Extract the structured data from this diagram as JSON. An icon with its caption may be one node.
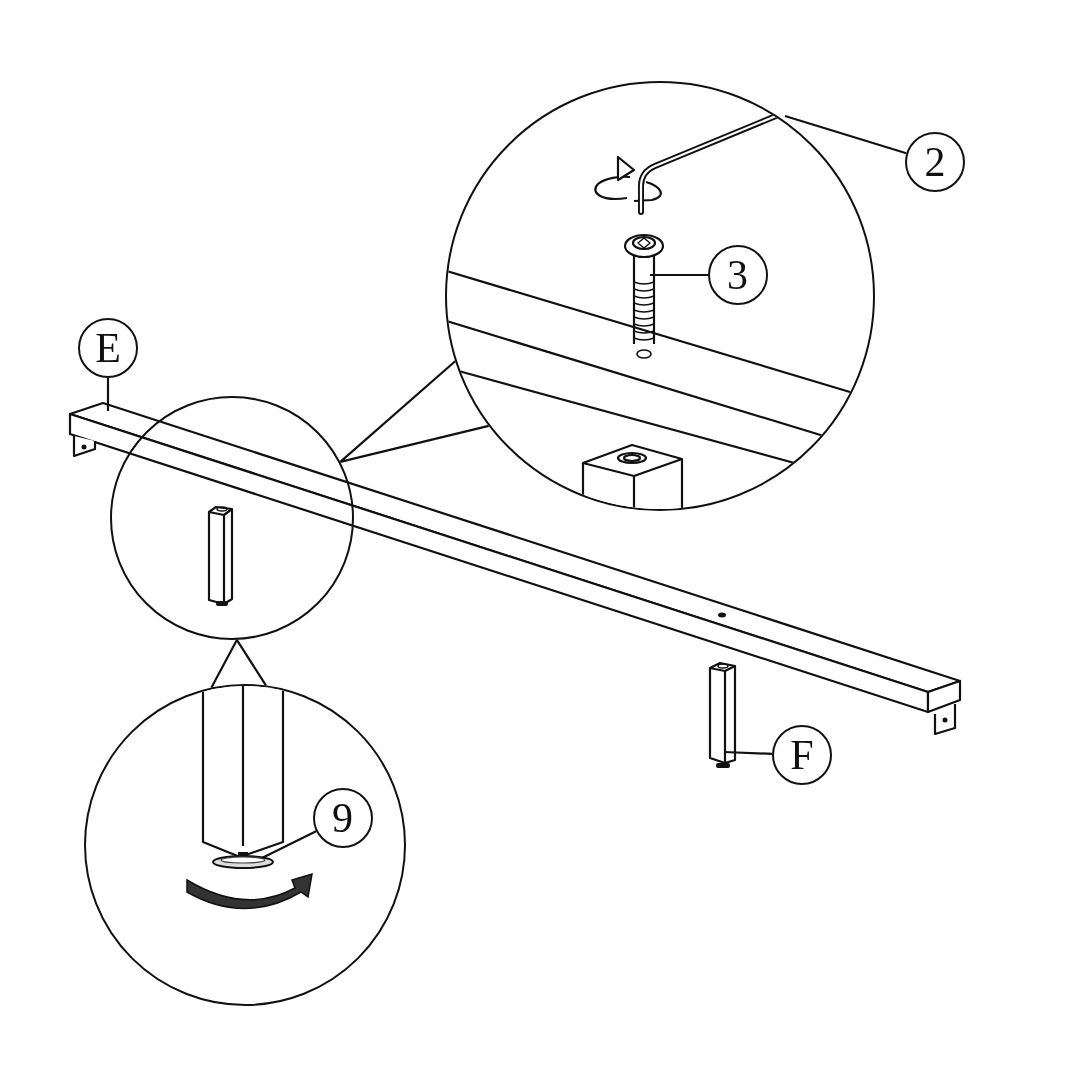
{
  "diagram": {
    "nodes": [
      {
        "text": [],
        "shape": "circle"
      },
      {
        "text": [
          "2"
        ]
      },
      {
        "text": [],
        "shape": "picture",
        "in": 0
      },
      {
        "text": [
          "3"
        ],
        "in": 0
      },
      {
        "text": [],
        "shape": "picture",
        "in": 0
      },
      {
        "text": [
          "E"
        ]
      },
      {
        "text": [],
        "shape": "picture"
      },
      {
        "text": [],
        "shape": "circle"
      },
      {
        "text": [
          "F"
        ]
      },
      {
        "text": [],
        "shape": "picture"
      },
      {
        "text": [],
        "shape": "circle"
      },
      {
        "text": [
          "9"
        ],
        "in": 10
      },
      {
        "text": [],
        "shape": "picture",
        "in": 10
      }
    ],
    "edges": [
      {
        "from": 1,
        "to": 2,
        "arrow": "none"
      },
      {
        "from": 3,
        "to": 4,
        "arrow": "none"
      },
      {
        "from": 5,
        "to": 6,
        "arrow": "none"
      },
      {
        "from": 8,
        "to": 9,
        "arrow": "none"
      },
      {
        "from": 11,
        "to": 12,
        "arrow": "none"
      },
      {
        "from": 7,
        "to": 0,
        "arrow": "none"
      },
      {
        "from": 7,
        "to": 10,
        "arrow": "none"
      }
    ]
  }
}
